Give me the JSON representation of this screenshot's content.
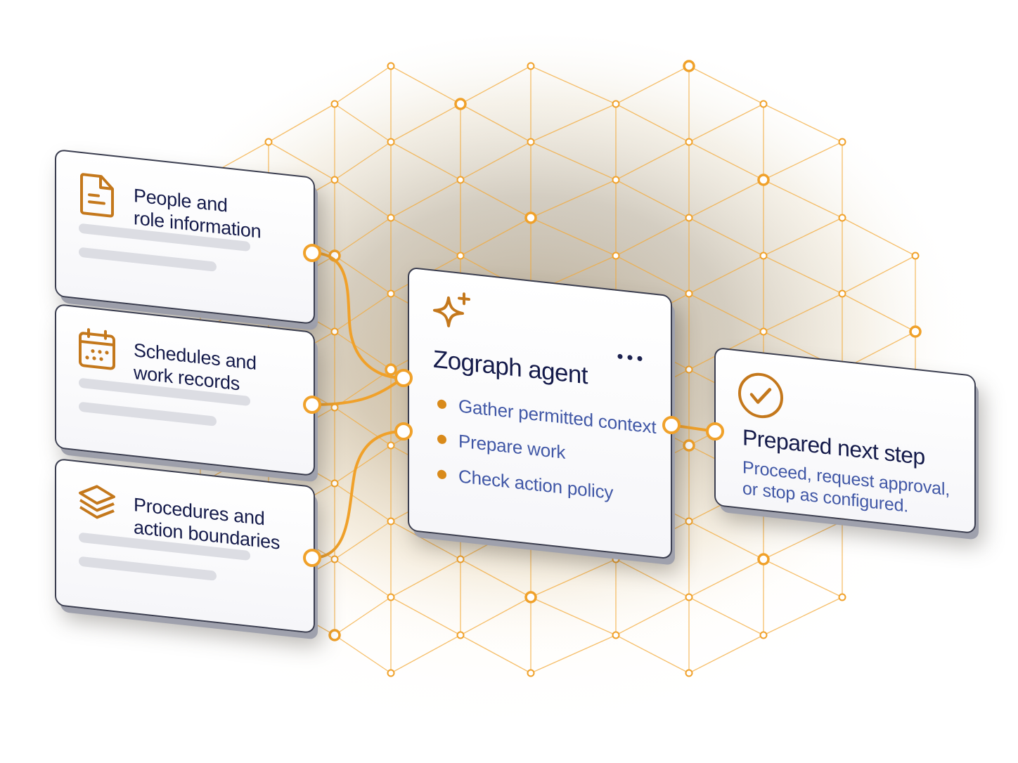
{
  "colors": {
    "accent": "#f0a12a",
    "icon": "#c4781c",
    "title_text": "#141a4a",
    "body_text": "#4057a6",
    "card_border": "#3a3d4f",
    "placeholder_bar": "#dcdde3"
  },
  "sources": [
    {
      "icon": "document-icon",
      "title_line1": "People and",
      "title_line2": "role information"
    },
    {
      "icon": "calendar-icon",
      "title_line1": "Schedules and",
      "title_line2": "work records"
    },
    {
      "icon": "layers-icon",
      "title_line1": "Procedures and",
      "title_line2": "action boundaries"
    }
  ],
  "agent": {
    "icon": "sparkle-icon",
    "menu_icon": "more-icon",
    "title": "Zograph agent",
    "items": [
      "Gather permitted context",
      "Prepare work",
      "Check action policy"
    ]
  },
  "result": {
    "icon": "check-circle-icon",
    "title": "Prepared next step",
    "description": "Proceed, request approval, or stop as configured."
  }
}
